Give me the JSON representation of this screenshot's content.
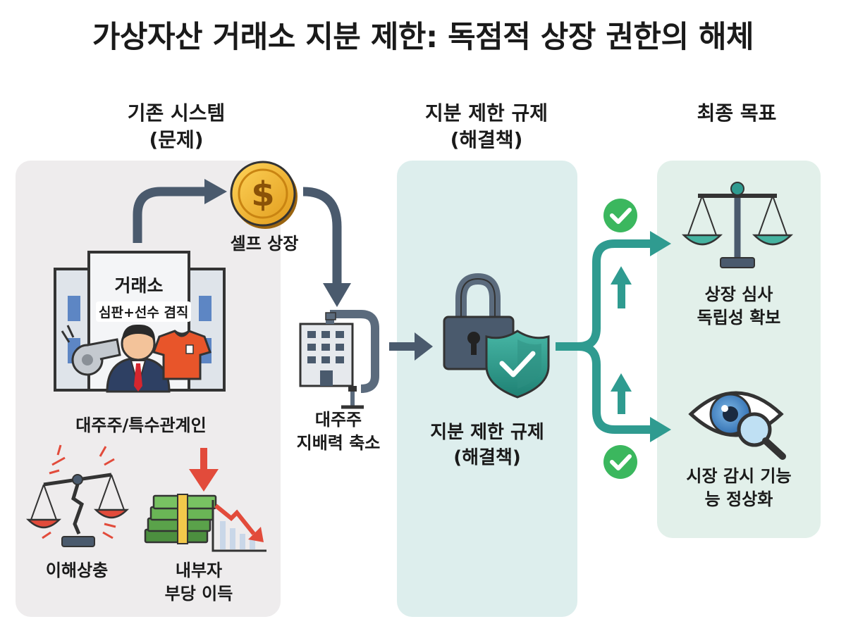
{
  "title": "가상자산 거래소 지분 제한: 독점적 상장 권한의 해체",
  "columns": {
    "left": {
      "title_line1": "기존 시스템",
      "title_line2": "(문제)"
    },
    "middle": {
      "title_line1": "지분 제한 규제",
      "title_line2": "(해결책)"
    },
    "right": {
      "title": "최종 목표"
    }
  },
  "left": {
    "exchange_name": "거래소",
    "exchange_role": "심판+선수 겸직",
    "self_listing": "셀프 상장",
    "major_shareholder": "대주주/특수관계인",
    "conflict": "이해상충",
    "insider_line1": "내부자",
    "insider_line2": "부당 이득"
  },
  "middle": {
    "reduce_line1": "대주주",
    "reduce_line2": "지배력 축소",
    "reg_line1": "지분 제한 규제",
    "reg_line2": "(해결책)"
  },
  "right": {
    "goal1_line1": "상장 심사",
    "goal1_line2": "독립성 확보",
    "goal2_line1": "시장 감시 기능",
    "goal2_line2": "능 정상화"
  },
  "icons": {
    "coin": "dollar-coin-icon",
    "whistle": "whistle-icon",
    "person": "businessman-icon",
    "jersey": "jersey-icon",
    "broken_scale": "broken-scale-icon",
    "money": "money-stack-icon",
    "decline": "decline-chart-icon",
    "clamp": "clamp-icon",
    "lock": "padlock-icon",
    "shield": "shield-check-icon",
    "scale": "balance-scale-icon",
    "eye": "eye-magnifier-icon",
    "check": "check-circle-icon"
  },
  "colors": {
    "left_panel": "#eeeced",
    "mid_panel": "#ddeeed",
    "right_panel": "#e2f0ea",
    "teal": "#2f9b90",
    "slate": "#4a5a6d",
    "red": "#e24b3b",
    "green_check": "#3bb75e",
    "gold": "#f2b630"
  }
}
